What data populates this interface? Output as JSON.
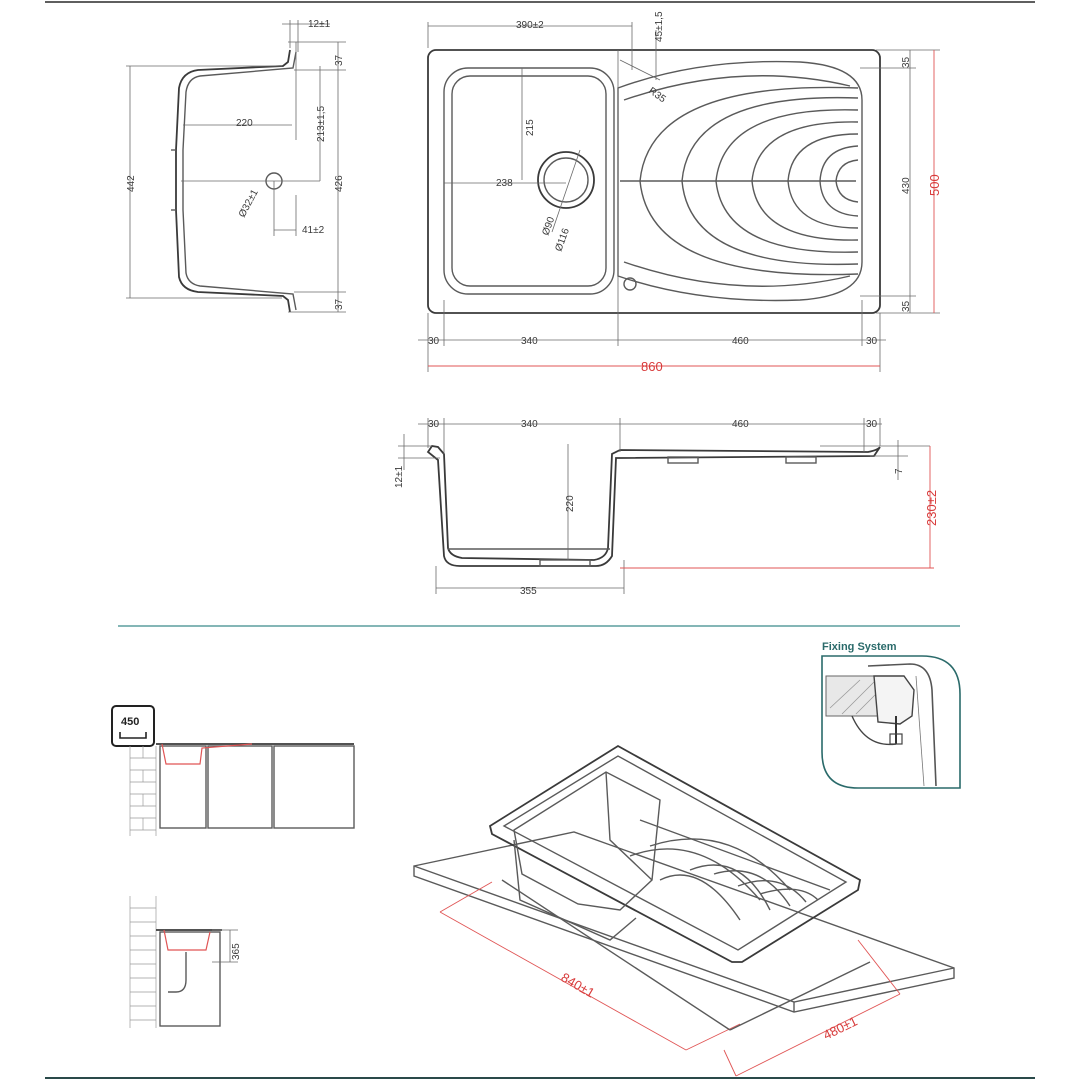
{
  "colors": {
    "line": "#5a5a5a",
    "dimension": "#6a6a6a",
    "accent_red": "#e05555",
    "teal": "#2a6a6a"
  },
  "side_view": {
    "top_tol": "12±1",
    "width_220": "220",
    "depth_213": "213±1,5",
    "overall_442": "442",
    "edge_37_top": "37",
    "inner_426": "426",
    "edge_37_bottom": "37",
    "drain_dia": "Ø32±1",
    "offset_41": "41±2"
  },
  "plan_view": {
    "w_390": "390±2",
    "t_45": "45±1,5",
    "r_35": "R35",
    "d_215": "215",
    "d_238": "238",
    "drain_90": "Ø90",
    "drain_116": "Ø116",
    "h_430": "430",
    "h_500": "500",
    "edge_35_top": "35",
    "edge_35_bottom": "35",
    "b_30_left": "30",
    "b_340": "340",
    "b_460": "460",
    "b_30_right": "30",
    "total_860": "860"
  },
  "section_view": {
    "s_30_left": "30",
    "s_340": "340",
    "s_460": "460",
    "s_30_right": "30",
    "flange_12": "12±1",
    "depth_220": "220",
    "base_355": "355",
    "edge_7": "7",
    "total_230": "230±2"
  },
  "install": {
    "cabinet_label": "450",
    "depth_365": "365"
  },
  "iso_view": {
    "cut_840": "840±1",
    "cut_480": "480±1"
  },
  "fixing": {
    "title": "Fixing System"
  }
}
